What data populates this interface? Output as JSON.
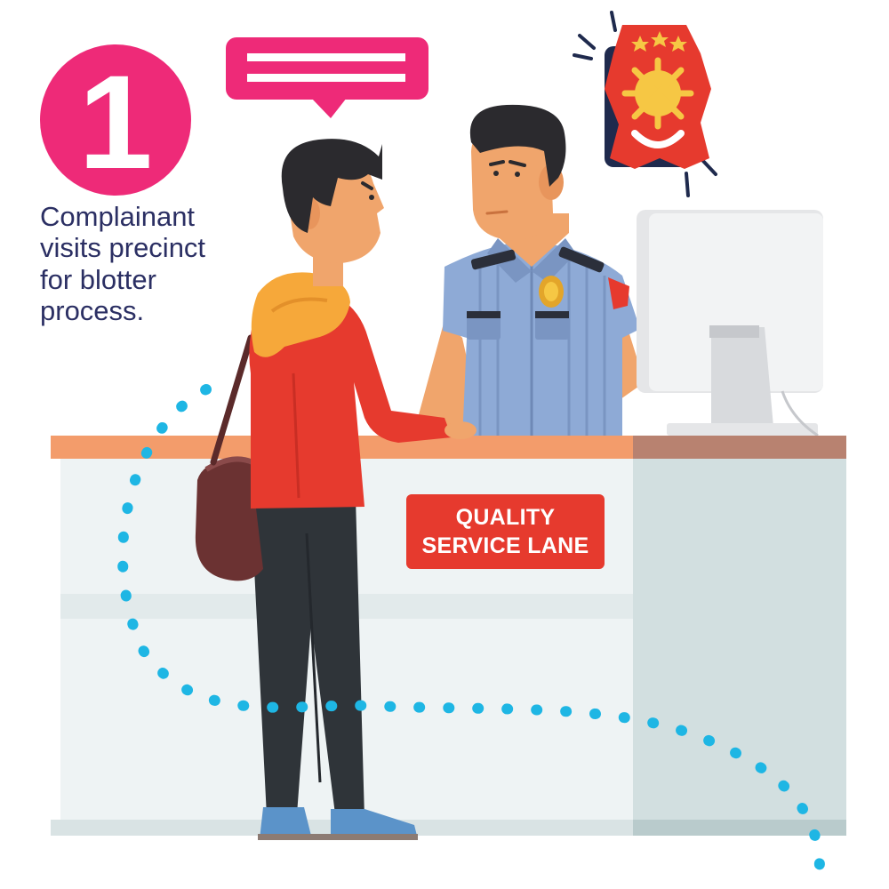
{
  "step": {
    "number": "1",
    "caption_lines": [
      "Complainant",
      "visits precinct",
      "for blotter",
      "process."
    ]
  },
  "counter_sign": {
    "line1": "QUALITY",
    "line2": "SERVICE LANE"
  },
  "colors": {
    "step_badge": "#ee2a78",
    "speech_bubble": "#ee2a78",
    "caption_text": "#2b2f63",
    "sign_background": "#e63a2e",
    "dotted_path": "#1eb6e4",
    "counter_top": "#f39c6b",
    "uniform": "#8eaad6",
    "jacket": "#e63a2e",
    "hood": "#f6a83a"
  },
  "icons": {
    "speech_bubble": "speech-bubble-icon",
    "police_logo": "smiling-police-badge-icon"
  }
}
